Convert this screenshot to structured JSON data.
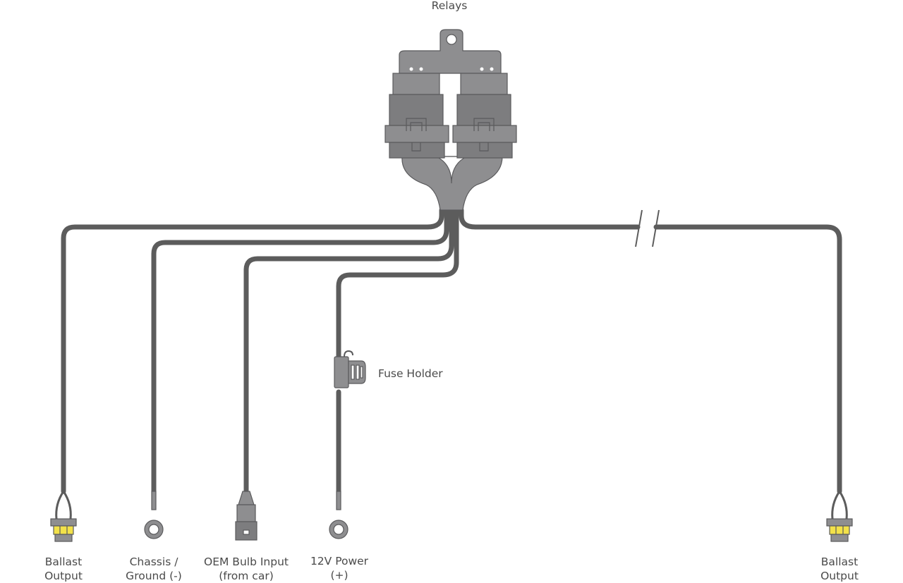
{
  "title": "Relays",
  "fuse_label": "Fuse Holder",
  "colors": {
    "wire": "#5c5c5c",
    "component": "#8e8e90",
    "component_dark": "#6f6f71",
    "component_stroke": "#5a5a5c",
    "terminal_yellow": "#f2e14a",
    "text": "#4a4a4a"
  },
  "outputs": [
    {
      "line1": "Ballast",
      "line2": "Output",
      "connector": "ballast-connector"
    },
    {
      "line1": "Chassis /",
      "line2": "Ground (-)",
      "connector": "ring-terminal"
    },
    {
      "line1": "OEM Bulb Input",
      "line2": "(from car)",
      "connector": "bulb-plug"
    },
    {
      "line1": "12V Power",
      "line2": "(+)",
      "connector": "ring-terminal"
    },
    {
      "line1": "Ballast",
      "line2": "Output",
      "connector": "ballast-connector"
    }
  ]
}
